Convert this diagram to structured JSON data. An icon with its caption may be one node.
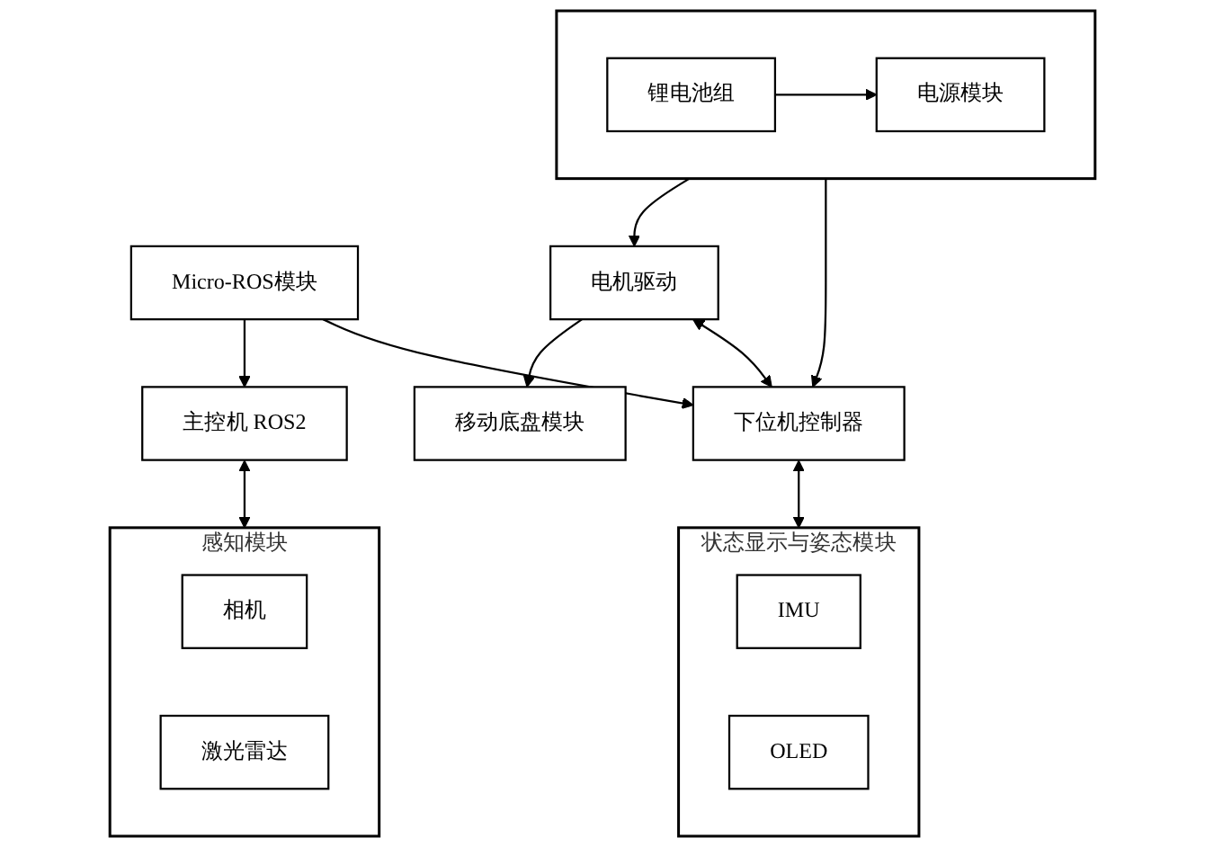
{
  "diagram": {
    "nodes": [
      {
        "text": [
          "移动底盘模块"
        ]
      },
      {
        "text": [
          "主控机 ROS2"
        ]
      },
      {
        "text": [
          "感知模块"
        ]
      },
      {
        "text": [
          "相机"
        ],
        "in": 2
      },
      {
        "text": [
          "激光雷达"
        ],
        "in": 2
      },
      {
        "text": [
          "Micro-ROS模块"
        ]
      },
      {
        "text": [
          "电机驱动"
        ]
      },
      {
        "text": [
          "下位机控制器"
        ]
      },
      {
        "text": [
          "状态显示与姿态模块"
        ]
      },
      {
        "text": [
          "IMU"
        ],
        "in": 8
      },
      {
        "text": [
          "OLED"
        ],
        "in": 8
      },
      {
        "text": [],
        "shape": "box"
      },
      {
        "text": [
          "锂电池组"
        ],
        "in": 11
      },
      {
        "text": [
          "电源模块"
        ],
        "in": 11
      }
    ],
    "edges": [
      {
        "from": 6,
        "to": 0,
        "arrow": "to"
      },
      {
        "from": 1,
        "to": 2,
        "arrow": "both"
      },
      {
        "from": 5,
        "to": 1,
        "arrow": "to"
      },
      {
        "from": 5,
        "to": 7,
        "arrow": "to"
      },
      {
        "from": 6,
        "to": 7,
        "arrow": "both"
      },
      {
        "from": 7,
        "to": 8,
        "arrow": "both"
      },
      {
        "from": 11,
        "to": 6,
        "arrow": "to"
      },
      {
        "from": 11,
        "to": 7,
        "arrow": "to"
      },
      {
        "from": 12,
        "to": 13,
        "arrow": "to"
      }
    ]
  }
}
